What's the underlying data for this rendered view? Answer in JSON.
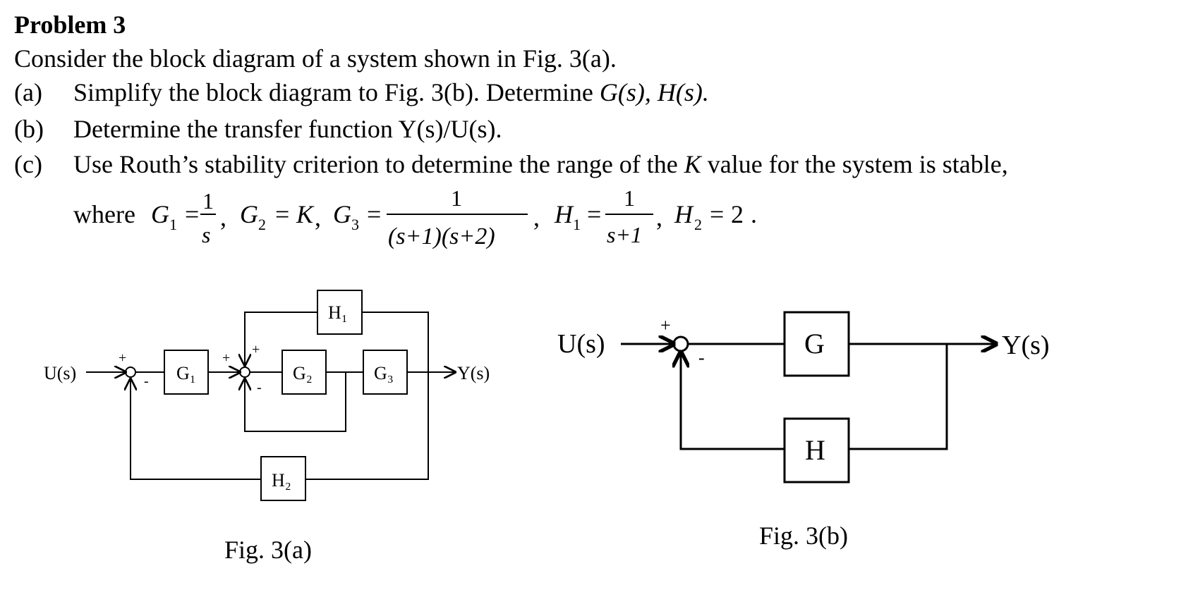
{
  "problem": {
    "title": "Problem 3",
    "intro": "Consider the block diagram of a system shown in Fig. 3(a).",
    "parts": [
      {
        "label": "(a)",
        "text_before": "Simplify the block diagram to Fig. 3(b). Determine ",
        "text_math": "G(s), H(s).",
        "text_after": ""
      },
      {
        "label": "(b)",
        "text_before": "Determine the transfer function Y(s)/U(s).",
        "text_math": "",
        "text_after": ""
      },
      {
        "label": "(c)",
        "text_before": "Use Routh’s stability criterion to determine the range of the ",
        "text_math": "K",
        "text_after": " value for the system is stable,"
      }
    ],
    "where_word": "where",
    "equations": {
      "g1_sym": "G",
      "g1_sub": "1",
      "g1_num": "1",
      "g1_den": "s",
      "g2_sym": "G",
      "g2_sub": "2",
      "g2_val": "K",
      "g3_sym": "G",
      "g3_sub": "3",
      "g3_num": "1",
      "g3_den": "(s+1)(s+2)",
      "h1_sym": "H",
      "h1_sub": "1",
      "h1_num": "1",
      "h1_den": "s+1",
      "h2_sym": "H",
      "h2_sub": "2",
      "h2_val": "2"
    }
  },
  "fig_a": {
    "caption": "Fig. 3(a)",
    "input_label": "U(s)",
    "output_label": "Y(s)",
    "blocks": {
      "g1": "G₁",
      "g2": "G₂",
      "g3": "G₃",
      "h1": "H₁",
      "h2": "H₂"
    },
    "signs": {
      "plus": "+",
      "minus": "-"
    }
  },
  "fig_b": {
    "caption": "Fig. 3(b)",
    "input_label": "U(s)",
    "output_label": "Y(s)",
    "blocks": {
      "g": "G",
      "h": "H"
    },
    "signs": {
      "plus": "+",
      "minus": "-"
    }
  }
}
